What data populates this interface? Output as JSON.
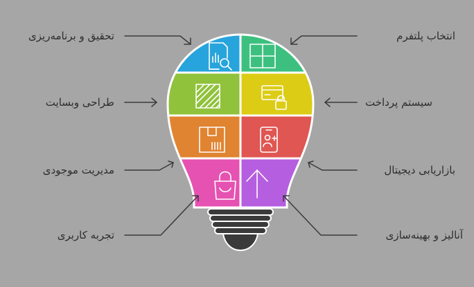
{
  "background": "#a6a6a6",
  "bulb": {
    "outline_color": "#ffffff",
    "base_color": "#3a3a3a",
    "segments": [
      {
        "id": "platform-selection",
        "color": "#3dc07f",
        "icon": "windows-icon"
      },
      {
        "id": "research-planning",
        "color": "#28a4dc",
        "icon": "document-search-icon"
      },
      {
        "id": "payment-system",
        "color": "#dccc16",
        "icon": "card-lock-icon"
      },
      {
        "id": "web-design",
        "color": "#90c23c",
        "icon": "hatched-square-icon"
      },
      {
        "id": "digital-marketing",
        "color": "#e05652",
        "icon": "phone-user-icon"
      },
      {
        "id": "inventory-management",
        "color": "#e08431",
        "icon": "box-barcode-icon"
      },
      {
        "id": "analysis-optimization",
        "color": "#b65ee0",
        "icon": "arrow-up-icon"
      },
      {
        "id": "user-experience",
        "color": "#e652b2",
        "icon": "shopping-bag-icon"
      }
    ]
  },
  "labels": {
    "platform_selection": "انتخاب پلتفرم",
    "research_planning": "تحقیق و برنامه‌ریزی",
    "payment_system": "سیستم پرداخت",
    "web_design": "طراحی وبسایت",
    "digital_marketing": "بازاریابی دیجیتال",
    "inventory_management": "مدیریت موجودی",
    "analysis_optimization": "آنالیز و بهینه‌سازی",
    "user_experience": "تجربه کاربری"
  }
}
